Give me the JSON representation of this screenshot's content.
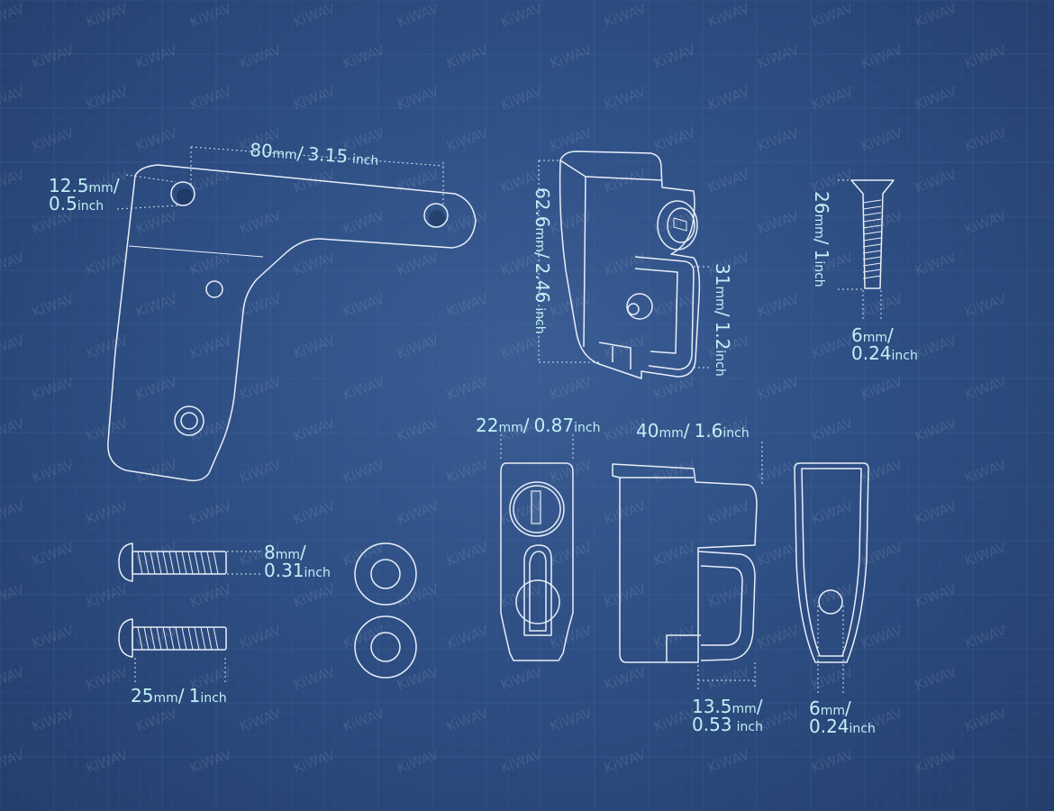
{
  "watermark": "KiWAV",
  "dimensions": {
    "bracket_hole_spacing": {
      "value": "80",
      "mm": "mm",
      "slash": "/",
      "inch_value": "3.15",
      "inch": "inch"
    },
    "bracket_hole_dia": {
      "value": "12.5",
      "mm": "mm",
      "slash": "/",
      "inch_value": "0.5",
      "inch": "inch"
    },
    "clamp_height": {
      "value": "62.6",
      "mm": "mm",
      "slash": "/",
      "inch_value": "2.46",
      "inch": "inch"
    },
    "clamp_opening": {
      "value": "31",
      "mm": "mm",
      "slash": "/",
      "inch_value": "1.2",
      "inch": "inch"
    },
    "screw_length": {
      "value": "26",
      "mm": "mm",
      "slash": "/",
      "inch_value": "1",
      "inch": "inch"
    },
    "screw_dia": {
      "value": "6",
      "mm": "mm",
      "slash": "/",
      "inch_value": "0.24",
      "inch": "inch"
    },
    "bolt_dia": {
      "value": "8",
      "mm": "mm",
      "slash": "/",
      "inch_value": "0.31",
      "inch": "inch"
    },
    "bolt_length": {
      "value": "25",
      "mm": "mm",
      "slash": "/",
      "inch_value": "1",
      "inch": "inch"
    },
    "front_width": {
      "value": "22",
      "mm": "mm",
      "slash": "/",
      "inch_value": "0.87",
      "inch": "inch"
    },
    "side_depth": {
      "value": "40",
      "mm": "mm",
      "slash": "/",
      "inch_value": "1.6",
      "inch": "inch"
    },
    "hook_depth": {
      "value": "13.5",
      "mm": "mm",
      "slash": "/",
      "inch_value": "0.53",
      "inch": "inch"
    },
    "end_width": {
      "value": "6",
      "mm": "mm",
      "slash": "/",
      "inch_value": "0.24",
      "inch": "inch"
    }
  },
  "colors": {
    "background": "#2e4f84",
    "line": "#e8eef8",
    "dimension_text": "#bff0f5",
    "grid": "#4a6ea6"
  }
}
